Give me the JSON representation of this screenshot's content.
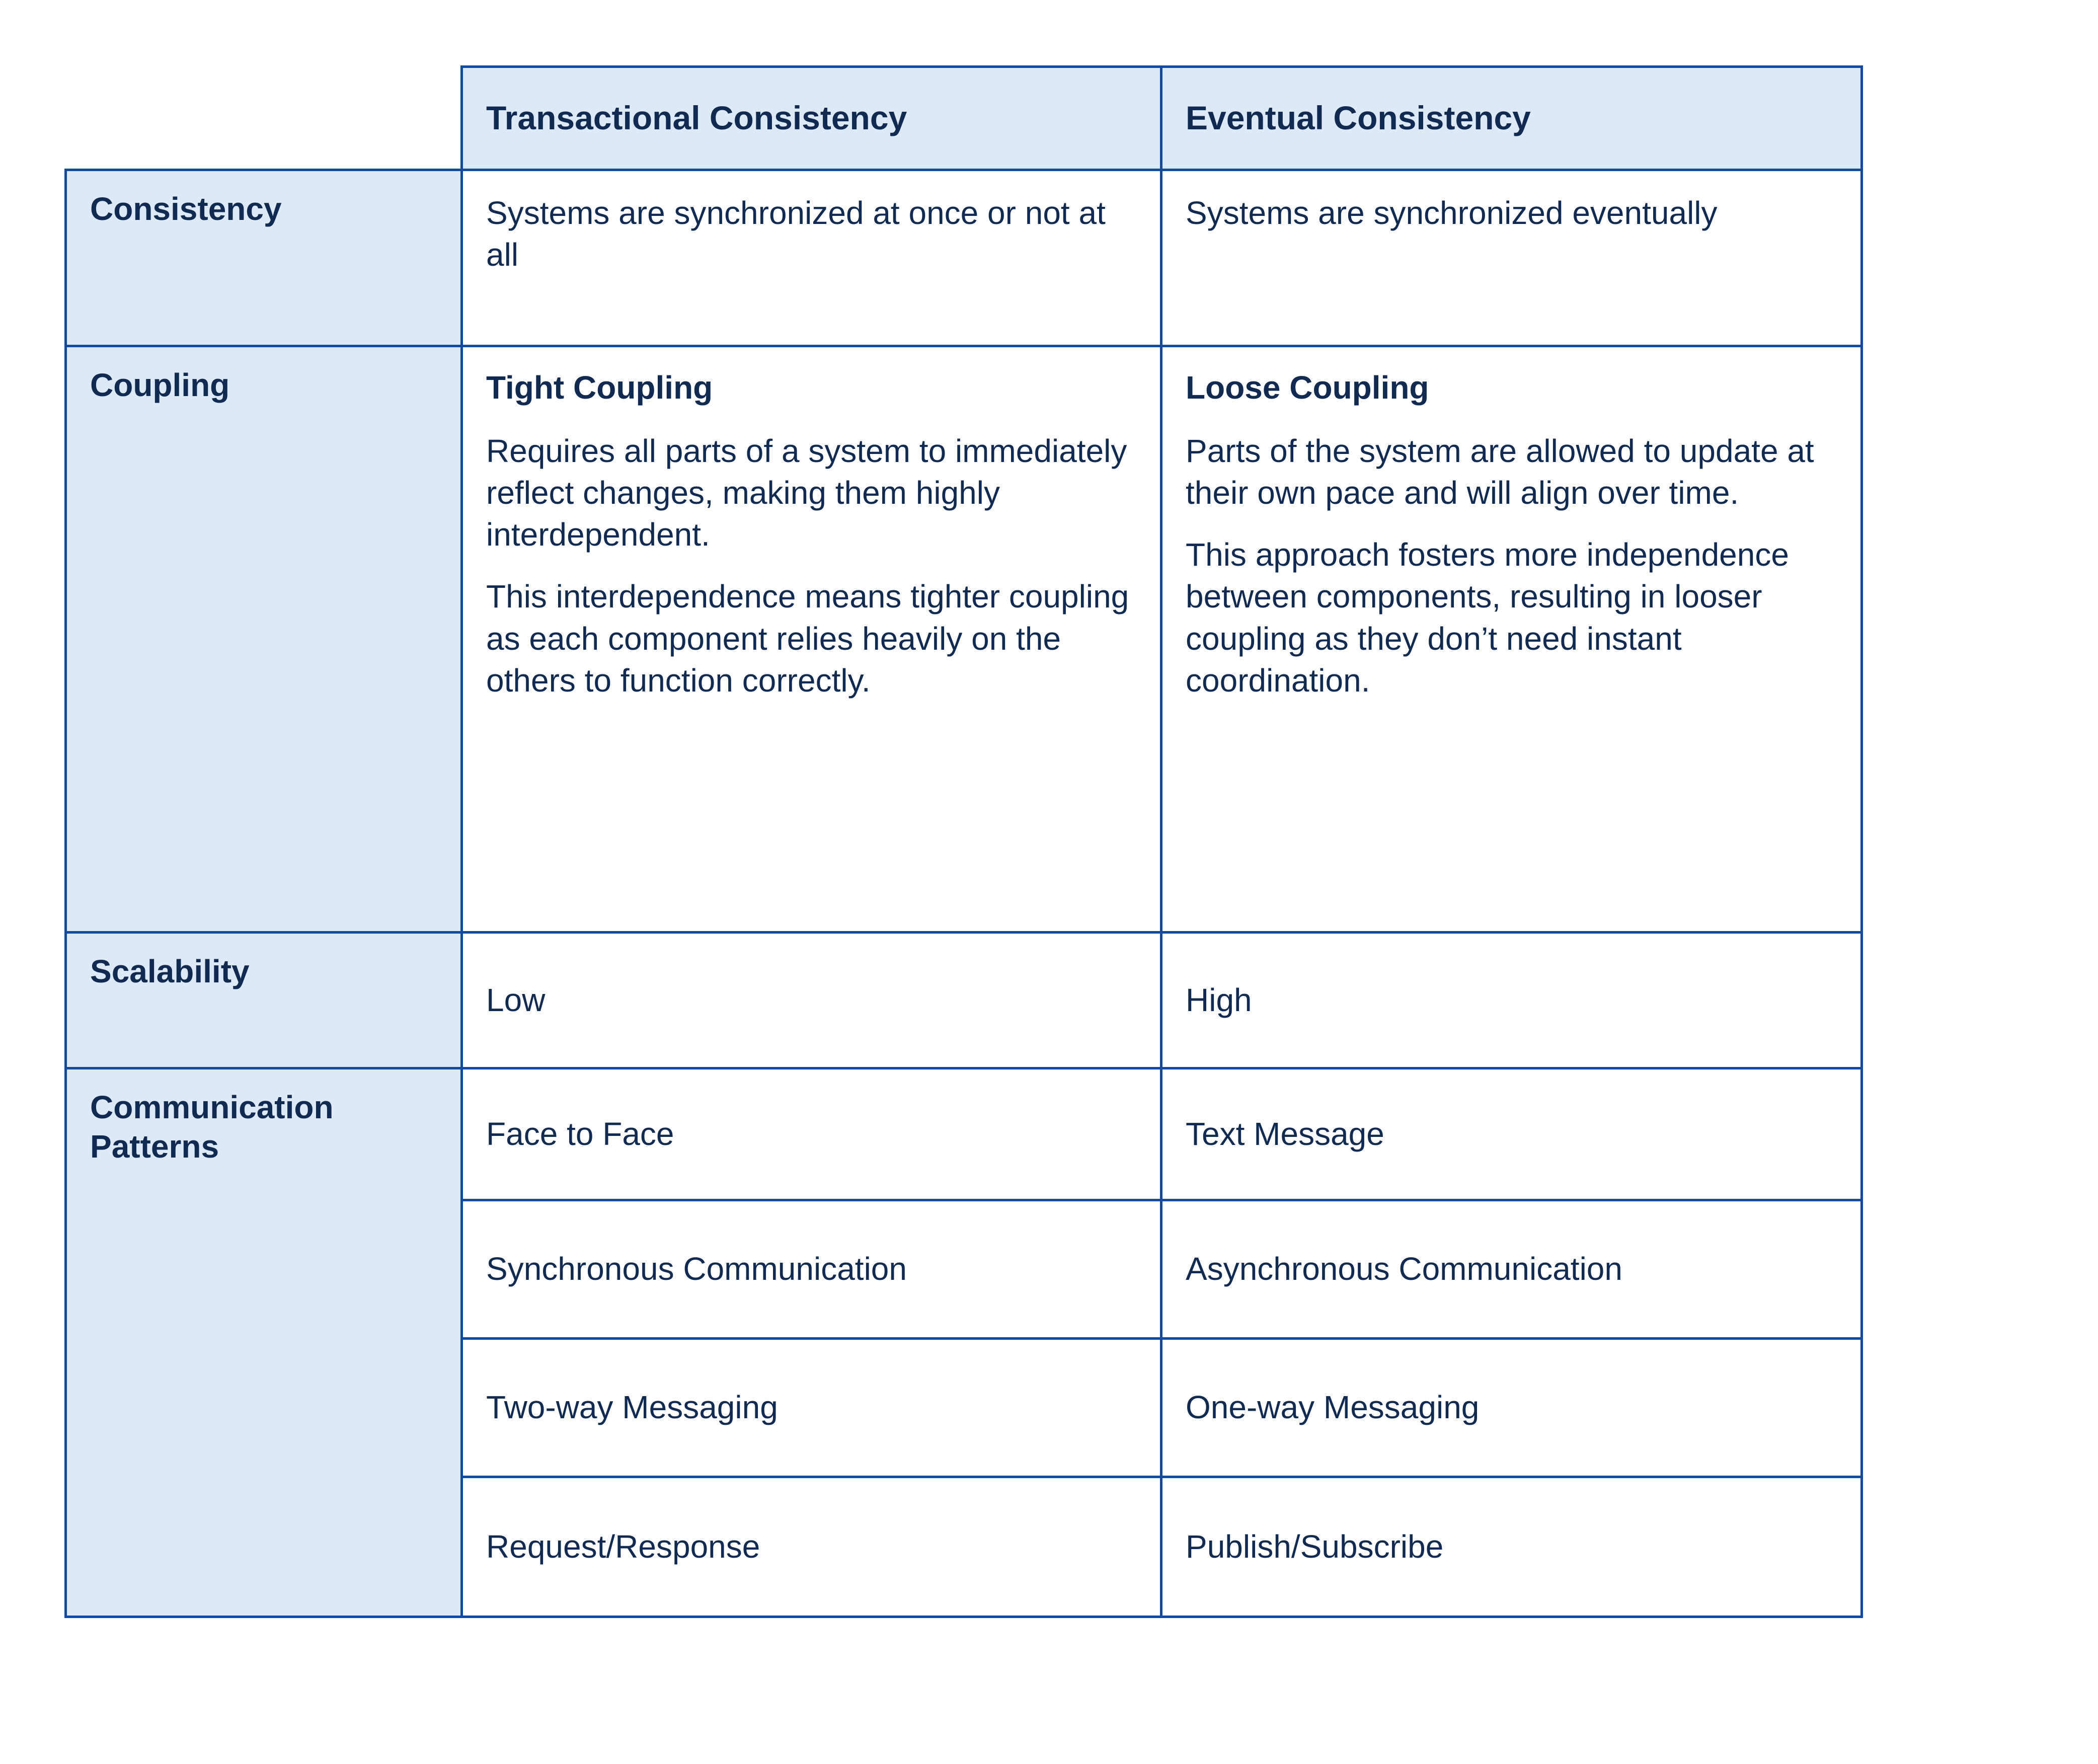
{
  "theme": {
    "cell_fill": "#dde9f7",
    "border": "#114aa0",
    "text": "#102a52",
    "page_background": "#ffffff"
  },
  "table": {
    "corner_label": "",
    "columns": [
      {
        "key": "transactional",
        "label": "Transactional Consistency"
      },
      {
        "key": "eventual",
        "label": "Eventual Consistency"
      }
    ],
    "rows": [
      {
        "label": "Consistency",
        "transactional": {
          "body": "Systems are synchronized at once or not at all"
        },
        "eventual": {
          "body": "Systems are synchronized eventually"
        }
      },
      {
        "label": "Coupling",
        "transactional": {
          "heading": "Tight Coupling",
          "paragraphs": [
            "Requires all parts of a system to immediately reflect changes, making them highly interdependent.",
            "This interdependence means tighter coupling as each component relies heavily on the others to function correctly."
          ]
        },
        "eventual": {
          "heading": "Loose Coupling",
          "paragraphs": [
            "Parts of the system are allowed to update at their own pace and will align over time.",
            "This approach fosters more independence between components, resulting in looser coupling as they don’t need instant coordination."
          ]
        }
      },
      {
        "label": "Scalability",
        "transactional": {
          "body": "Low"
        },
        "eventual": {
          "body": "High"
        }
      },
      {
        "label": "Communication Patterns",
        "subrows": [
          {
            "transactional": "Face to Face",
            "eventual": "Text Message"
          },
          {
            "transactional": "Synchronous Communication",
            "eventual": "Asynchronous Communication"
          },
          {
            "transactional": "Two-way Messaging",
            "eventual": "One-way Messaging"
          },
          {
            "transactional": "Request/Response",
            "eventual": "Publish/Subscribe"
          }
        ]
      }
    ]
  }
}
